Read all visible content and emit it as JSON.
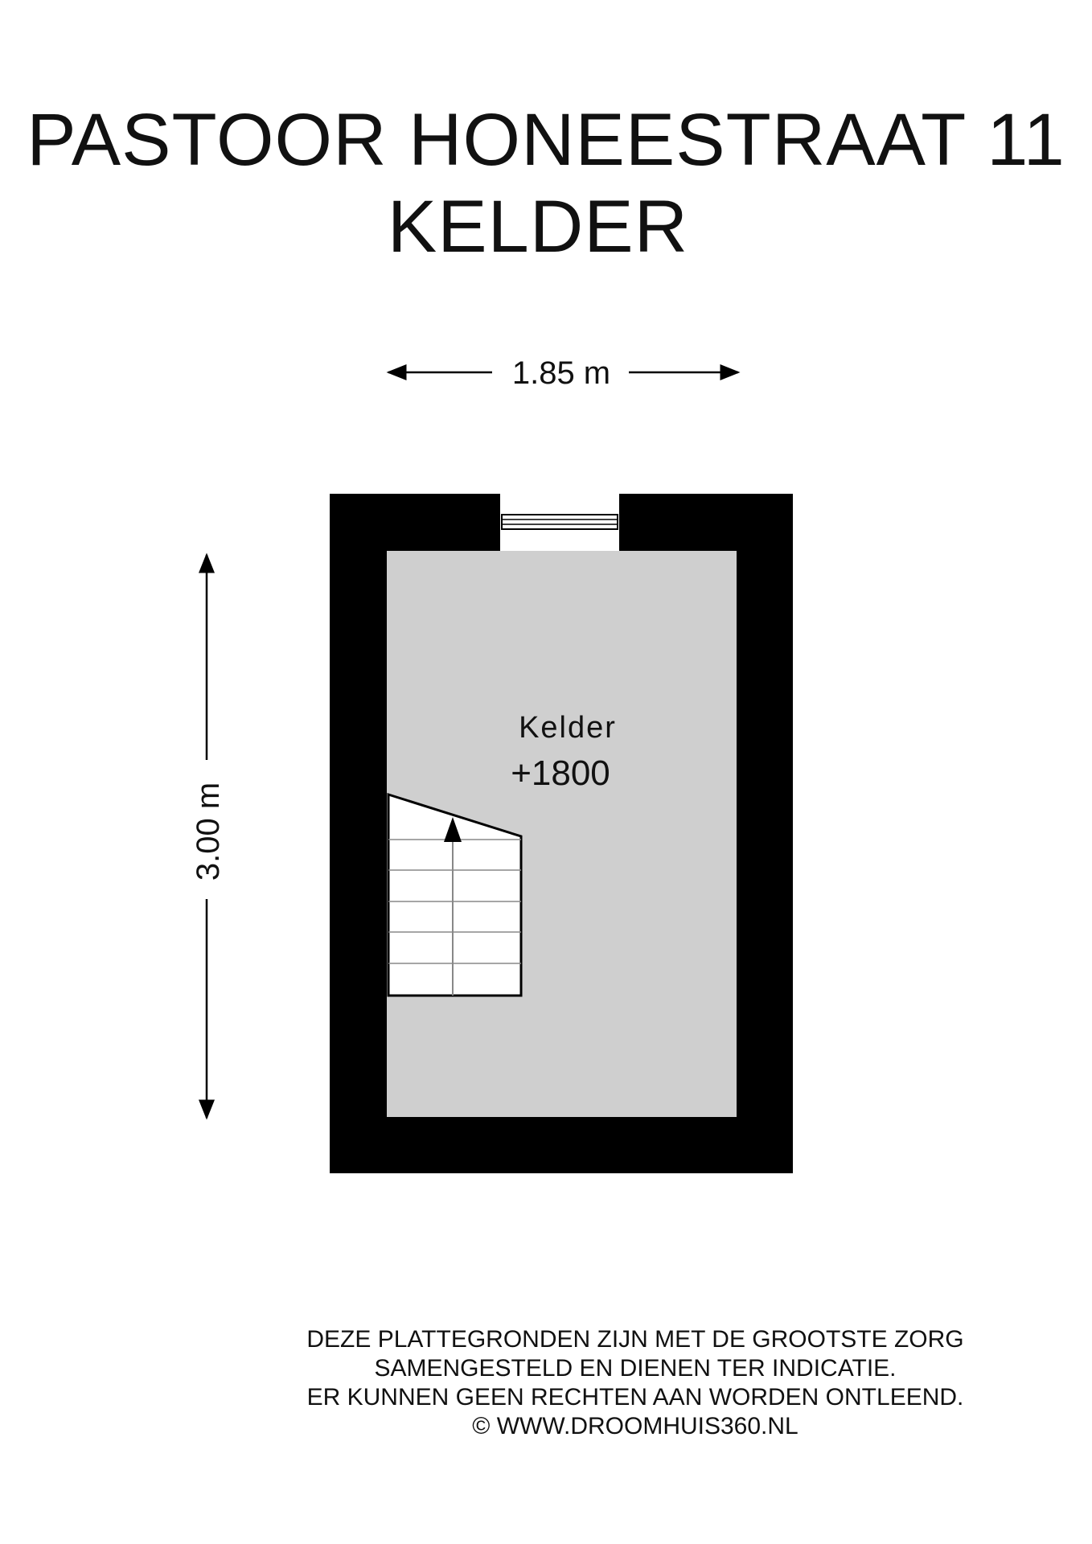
{
  "header": {
    "address": "PASTOOR HONEESTRAAT 11",
    "floor": "KELDER"
  },
  "dimensions": {
    "width": "1.85 m",
    "height": "3.00 m"
  },
  "room": {
    "name": "Kelder",
    "level": "+1800"
  },
  "colors": {
    "wall": "#000000",
    "floor": "#cfcfcf",
    "stair": "#ffffff",
    "text": "#111111"
  },
  "disclaimer": {
    "line1": "DEZE PLATTEGRONDEN ZIJN MET DE GROOTSTE ZORG",
    "line2": "SAMENGESTELD EN DIENEN TER INDICATIE.",
    "line3": "ER KUNNEN GEEN RECHTEN AAN WORDEN ONTLEEND.",
    "line4": "© WWW.DROOMHUIS360.NL"
  }
}
